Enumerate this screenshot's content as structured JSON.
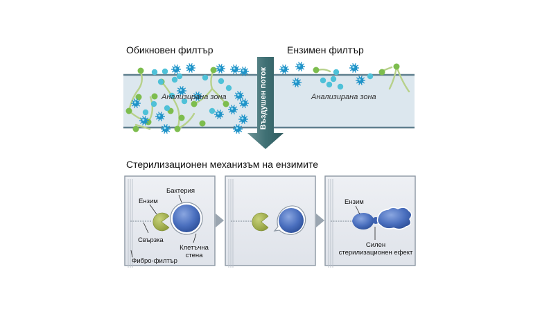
{
  "top": {
    "left_title": "Обикновен филтър",
    "right_title": "Ензимен филтър",
    "left_zone": "Анализирана зона",
    "right_zone": "Анализирана зона",
    "airflow": "Въздушен поток"
  },
  "mechanism": {
    "title": "Стерилизационен механизъм на ензимите",
    "panel1": {
      "enzyme": "Ензим",
      "bacteria": "Бактерия",
      "bond": "Свързка",
      "cell_wall_1": "Клетъчна",
      "cell_wall_2": "стена",
      "fibro": "Фибро-филтър"
    },
    "panel3": {
      "enzyme": "Ензим",
      "effect_1": "Силен",
      "effect_2": "стерилизационен ефект"
    }
  },
  "colors": {
    "band_fill": "#dce7ee",
    "band_edge": "#5f7f8e",
    "enzyme_green": "#7dbd4e",
    "bacteria_blue": "#1f93c8",
    "spore_cyan": "#4fc1d8",
    "arrow_teal": "#3d6e72",
    "panel_fill": "#e6e9ef",
    "panel_edge": "#8c97a3",
    "cell_blue": "#3e62b0",
    "enzyme_olive": "#9fae4b"
  },
  "icons": [
    "bacteria-icon",
    "enzyme-icon",
    "spore-icon",
    "fiber-filter-icon",
    "airflow-arrow-icon"
  ]
}
